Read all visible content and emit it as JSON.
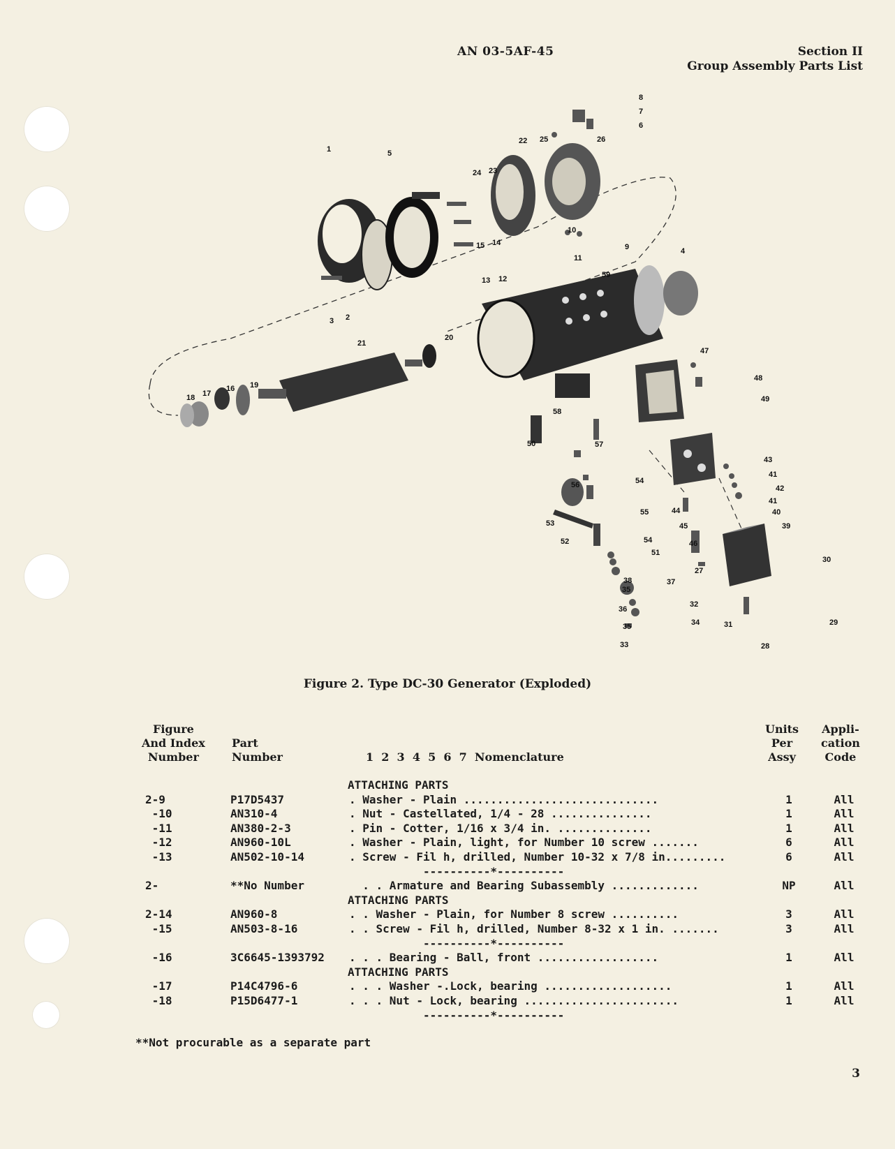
{
  "header": {
    "doc_number": "AN 03-5AF-45",
    "section": "Section II",
    "section_title": "Group Assembly Parts List"
  },
  "figure": {
    "caption": "Figure 2.  Type DC-30 Generator (Exploded)",
    "callouts": [
      "1",
      "2",
      "3",
      "4",
      "5",
      "6",
      "7",
      "8",
      "9",
      "10",
      "11",
      "12",
      "13",
      "14",
      "15",
      "16",
      "17",
      "18",
      "19",
      "20",
      "21",
      "22",
      "23",
      "24",
      "25",
      "26",
      "27",
      "28",
      "29",
      "30",
      "31",
      "32",
      "33",
      "34",
      "35",
      "35",
      "36",
      "37",
      "38",
      "39",
      "40",
      "41",
      "41",
      "42",
      "43",
      "44",
      "45",
      "46",
      "47",
      "48",
      "49",
      "50",
      "51",
      "52",
      "53",
      "54",
      "54",
      "55",
      "56",
      "57",
      "58",
      "59"
    ]
  },
  "table": {
    "headers": {
      "figure_index": "Figure\nAnd Index\nNumber",
      "part_number": "Part\nNumber",
      "nomenclature": "1  2  3  4  5  6  7  Nomenclature",
      "units": "Units\nPer\nAssy",
      "application": "Appli-\ncation\nCode"
    },
    "rows": [
      {
        "type": "heading",
        "text": "ATTACHING PARTS"
      },
      {
        "type": "item",
        "fig": "2-9",
        "part": "P17D5437",
        "nom": ". Washer - Plain .............................",
        "units": "1",
        "app": "All"
      },
      {
        "type": "item",
        "fig": " -10",
        "part": "AN310-4",
        "nom": ". Nut - Castellated, 1/4 - 28 ...............",
        "units": "1",
        "app": "All"
      },
      {
        "type": "item",
        "fig": " -11",
        "part": "AN380-2-3",
        "nom": ". Pin - Cotter, 1/16 x 3/4 in. ..............",
        "units": "1",
        "app": "All"
      },
      {
        "type": "item",
        "fig": " -12",
        "part": "AN960-10L",
        "nom": ". Washer - Plain, light, for Number 10 screw .......",
        "units": "6",
        "app": "All"
      },
      {
        "type": "item",
        "fig": " -13",
        "part": "AN502-10-14",
        "nom": ". Screw - Fil h, drilled, Number 10-32 x 7/8 in.........",
        "units": "6",
        "app": "All"
      },
      {
        "type": "sep",
        "text": "----------*----------"
      },
      {
        "type": "item",
        "fig": "2-",
        "part": "**No Number",
        "nom": "  . . Armature and Bearing Subassembly .............",
        "units": "NP",
        "app": "All"
      },
      {
        "type": "heading",
        "text": "ATTACHING PARTS"
      },
      {
        "type": "item",
        "fig": "2-14",
        "part": "AN960-8",
        "nom": ". . Washer - Plain, for Number 8 screw ..........",
        "units": "3",
        "app": "All"
      },
      {
        "type": "item",
        "fig": " -15",
        "part": "AN503-8-16",
        "nom": ". . Screw - Fil h, drilled, Number 8-32 x 1 in. .......",
        "units": "3",
        "app": "All"
      },
      {
        "type": "sep",
        "text": "----------*----------"
      },
      {
        "type": "item",
        "fig": " -16",
        "part": "3C6645-1393792",
        "nom": ". . . Bearing - Ball, front ..................",
        "units": "1",
        "app": "All"
      },
      {
        "type": "heading",
        "text": "ATTACHING PARTS"
      },
      {
        "type": "item",
        "fig": " -17",
        "part": "P14C4796-6",
        "nom": ". . . Washer -.Lock, bearing ...................",
        "units": "1",
        "app": "All"
      },
      {
        "type": "item",
        "fig": " -18",
        "part": "P15D6477-1",
        "nom": ". . . Nut - Lock, bearing .......................",
        "units": "1",
        "app": "All"
      },
      {
        "type": "sep",
        "text": "----------*----------"
      }
    ]
  },
  "footnote": "**Not procurable as a separate part",
  "page_number": "3"
}
